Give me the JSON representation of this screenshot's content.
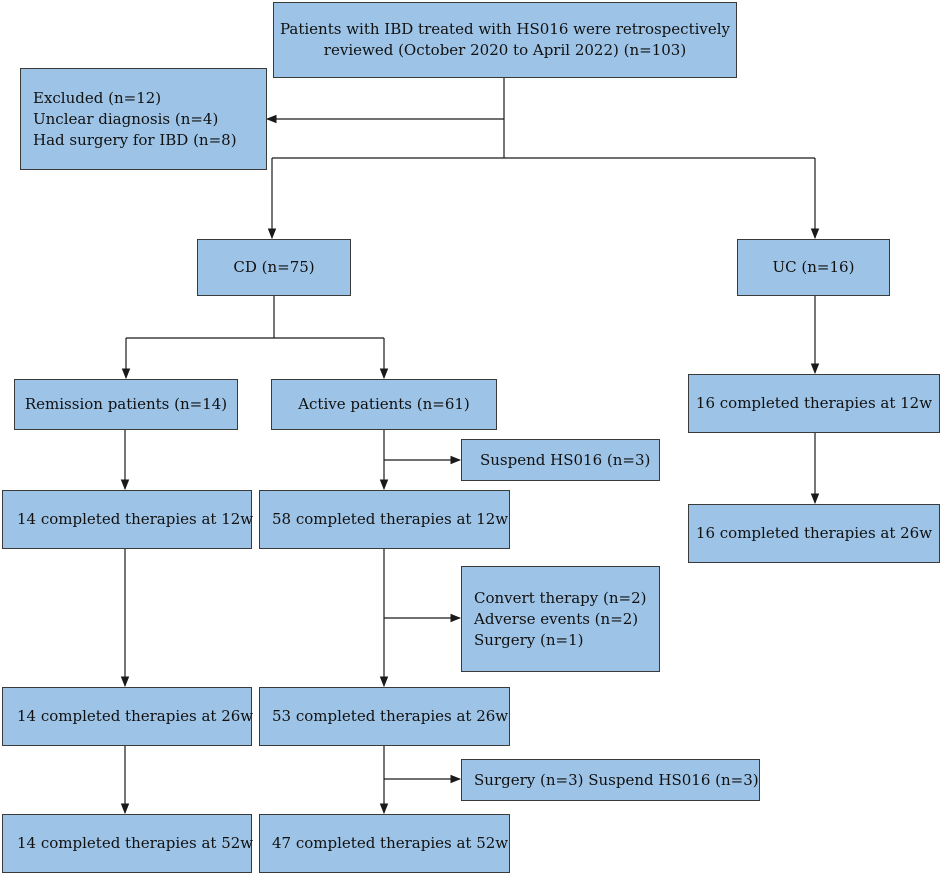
{
  "boxes": {
    "reviewed": {
      "lines": [
        "Patients with IBD treated with HS016 were retrospectively",
        "reviewed (October 2020 to April 2022) (n=103)"
      ]
    },
    "excluded": {
      "lines": [
        "Excluded (n=12)",
        "Unclear diagnosis (n=4)",
        "Had surgery for IBD (n=8)"
      ]
    },
    "cd": {
      "lines": [
        "CD (n=75)"
      ]
    },
    "uc": {
      "lines": [
        "UC (n=16)"
      ]
    },
    "remission": {
      "lines": [
        "Remission patients (n=14)"
      ]
    },
    "active": {
      "lines": [
        "Active patients (n=61)"
      ]
    },
    "suspend1": {
      "lines": [
        "Suspend HS016 (n=3)"
      ]
    },
    "uc12": {
      "lines": [
        "16 completed therapies at 12w"
      ]
    },
    "rem12": {
      "lines": [
        "14 completed therapies at 12w"
      ]
    },
    "act12": {
      "lines": [
        "58 completed therapies at 12w"
      ]
    },
    "uc26": {
      "lines": [
        "16 completed therapies at 26w"
      ]
    },
    "convert": {
      "lines": [
        "Convert therapy (n=2)",
        "Adverse events (n=2)",
        "Surgery (n=1)"
      ]
    },
    "rem26": {
      "lines": [
        "14 completed therapies at 26w"
      ]
    },
    "act26": {
      "lines": [
        "53 completed therapies at 26w"
      ]
    },
    "surgery": {
      "lines": [
        "Surgery (n=3) Suspend HS016 (n=3)"
      ]
    },
    "rem52": {
      "lines": [
        "14 completed therapies at 52w"
      ]
    },
    "act52": {
      "lines": [
        "47 completed therapies at 52w"
      ]
    }
  }
}
